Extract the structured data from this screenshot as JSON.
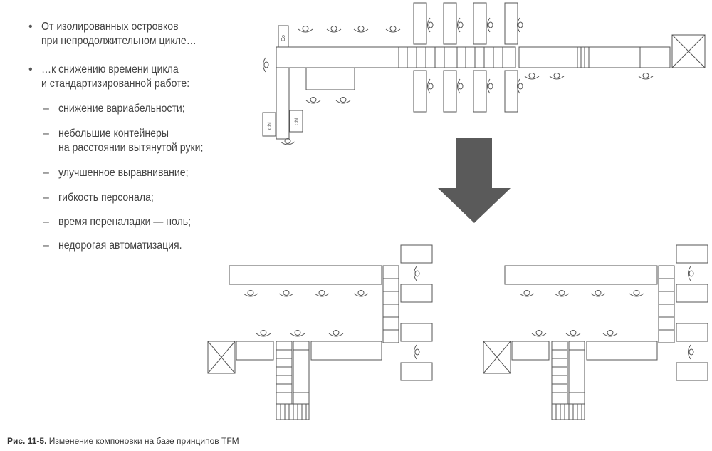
{
  "bullets": [
    {
      "lines": "От изолированных островков\nпри непродолжительном цикле…",
      "marker": "•"
    },
    {
      "lines": "…к снижению времени цикла\nи стандартизированной работе:",
      "marker": "•"
    }
  ],
  "subitems": [
    {
      "marker": "–",
      "lines": "снижение вариабельности;"
    },
    {
      "marker": "–",
      "lines": "небольшие контейнеры\nна расстоянии вытянутой руки;"
    },
    {
      "marker": "–",
      "lines": "улучшенное выравнивание;"
    },
    {
      "marker": "–",
      "lines": "гибкость персонала;"
    },
    {
      "marker": "–",
      "lines": "время переналадки — ноль;"
    },
    {
      "marker": "–",
      "lines": "недорогая автоматизация."
    }
  ],
  "diagram": {
    "machine_labels": [
      "Co",
      "Chi",
      "Chi"
    ],
    "arrow_color": "#5a5a5a",
    "line_color": "#555555"
  },
  "caption": {
    "prefix": "Рис. 11-5.",
    "text": "Изменение компоновки на базе принципов TFM"
  }
}
